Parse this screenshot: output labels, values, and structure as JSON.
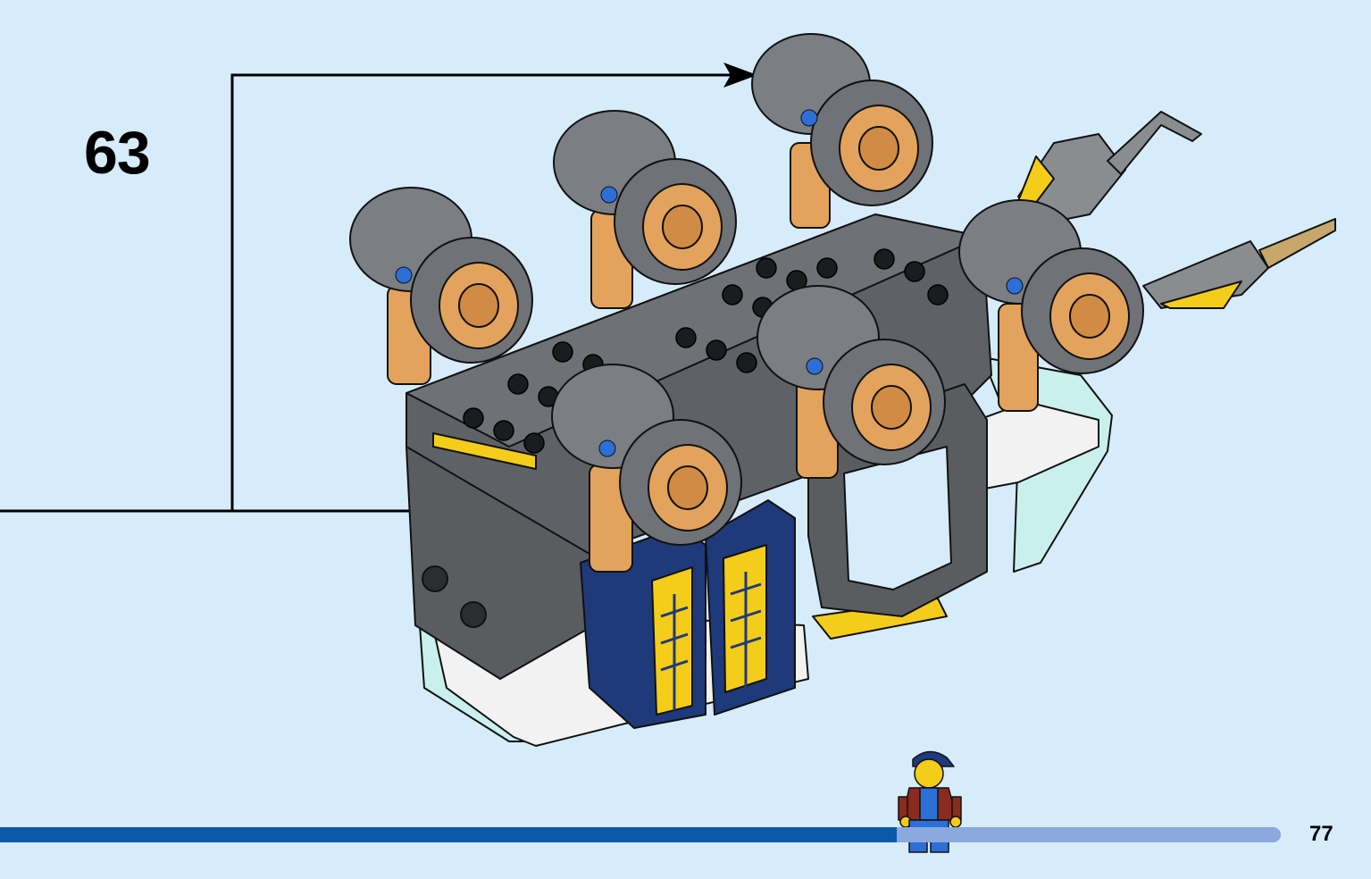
{
  "step": {
    "number": "63"
  },
  "page": {
    "number": "77"
  },
  "progress": {
    "fraction": 0.7
  },
  "colors": {
    "background": "#d6ecfb",
    "progress_fill": "#0a5aa8",
    "progress_track": "#8aa9dc",
    "frame_gray": "#5a5d60",
    "tan": "#e3a35c",
    "dark_blue": "#1e3a7a",
    "yellow": "#f4cc1a",
    "trans_light_blue": "#c9f0ec"
  },
  "icons": {
    "callout_arrows": "arrow-right-icon",
    "minifigure": "minifigure-icon"
  }
}
